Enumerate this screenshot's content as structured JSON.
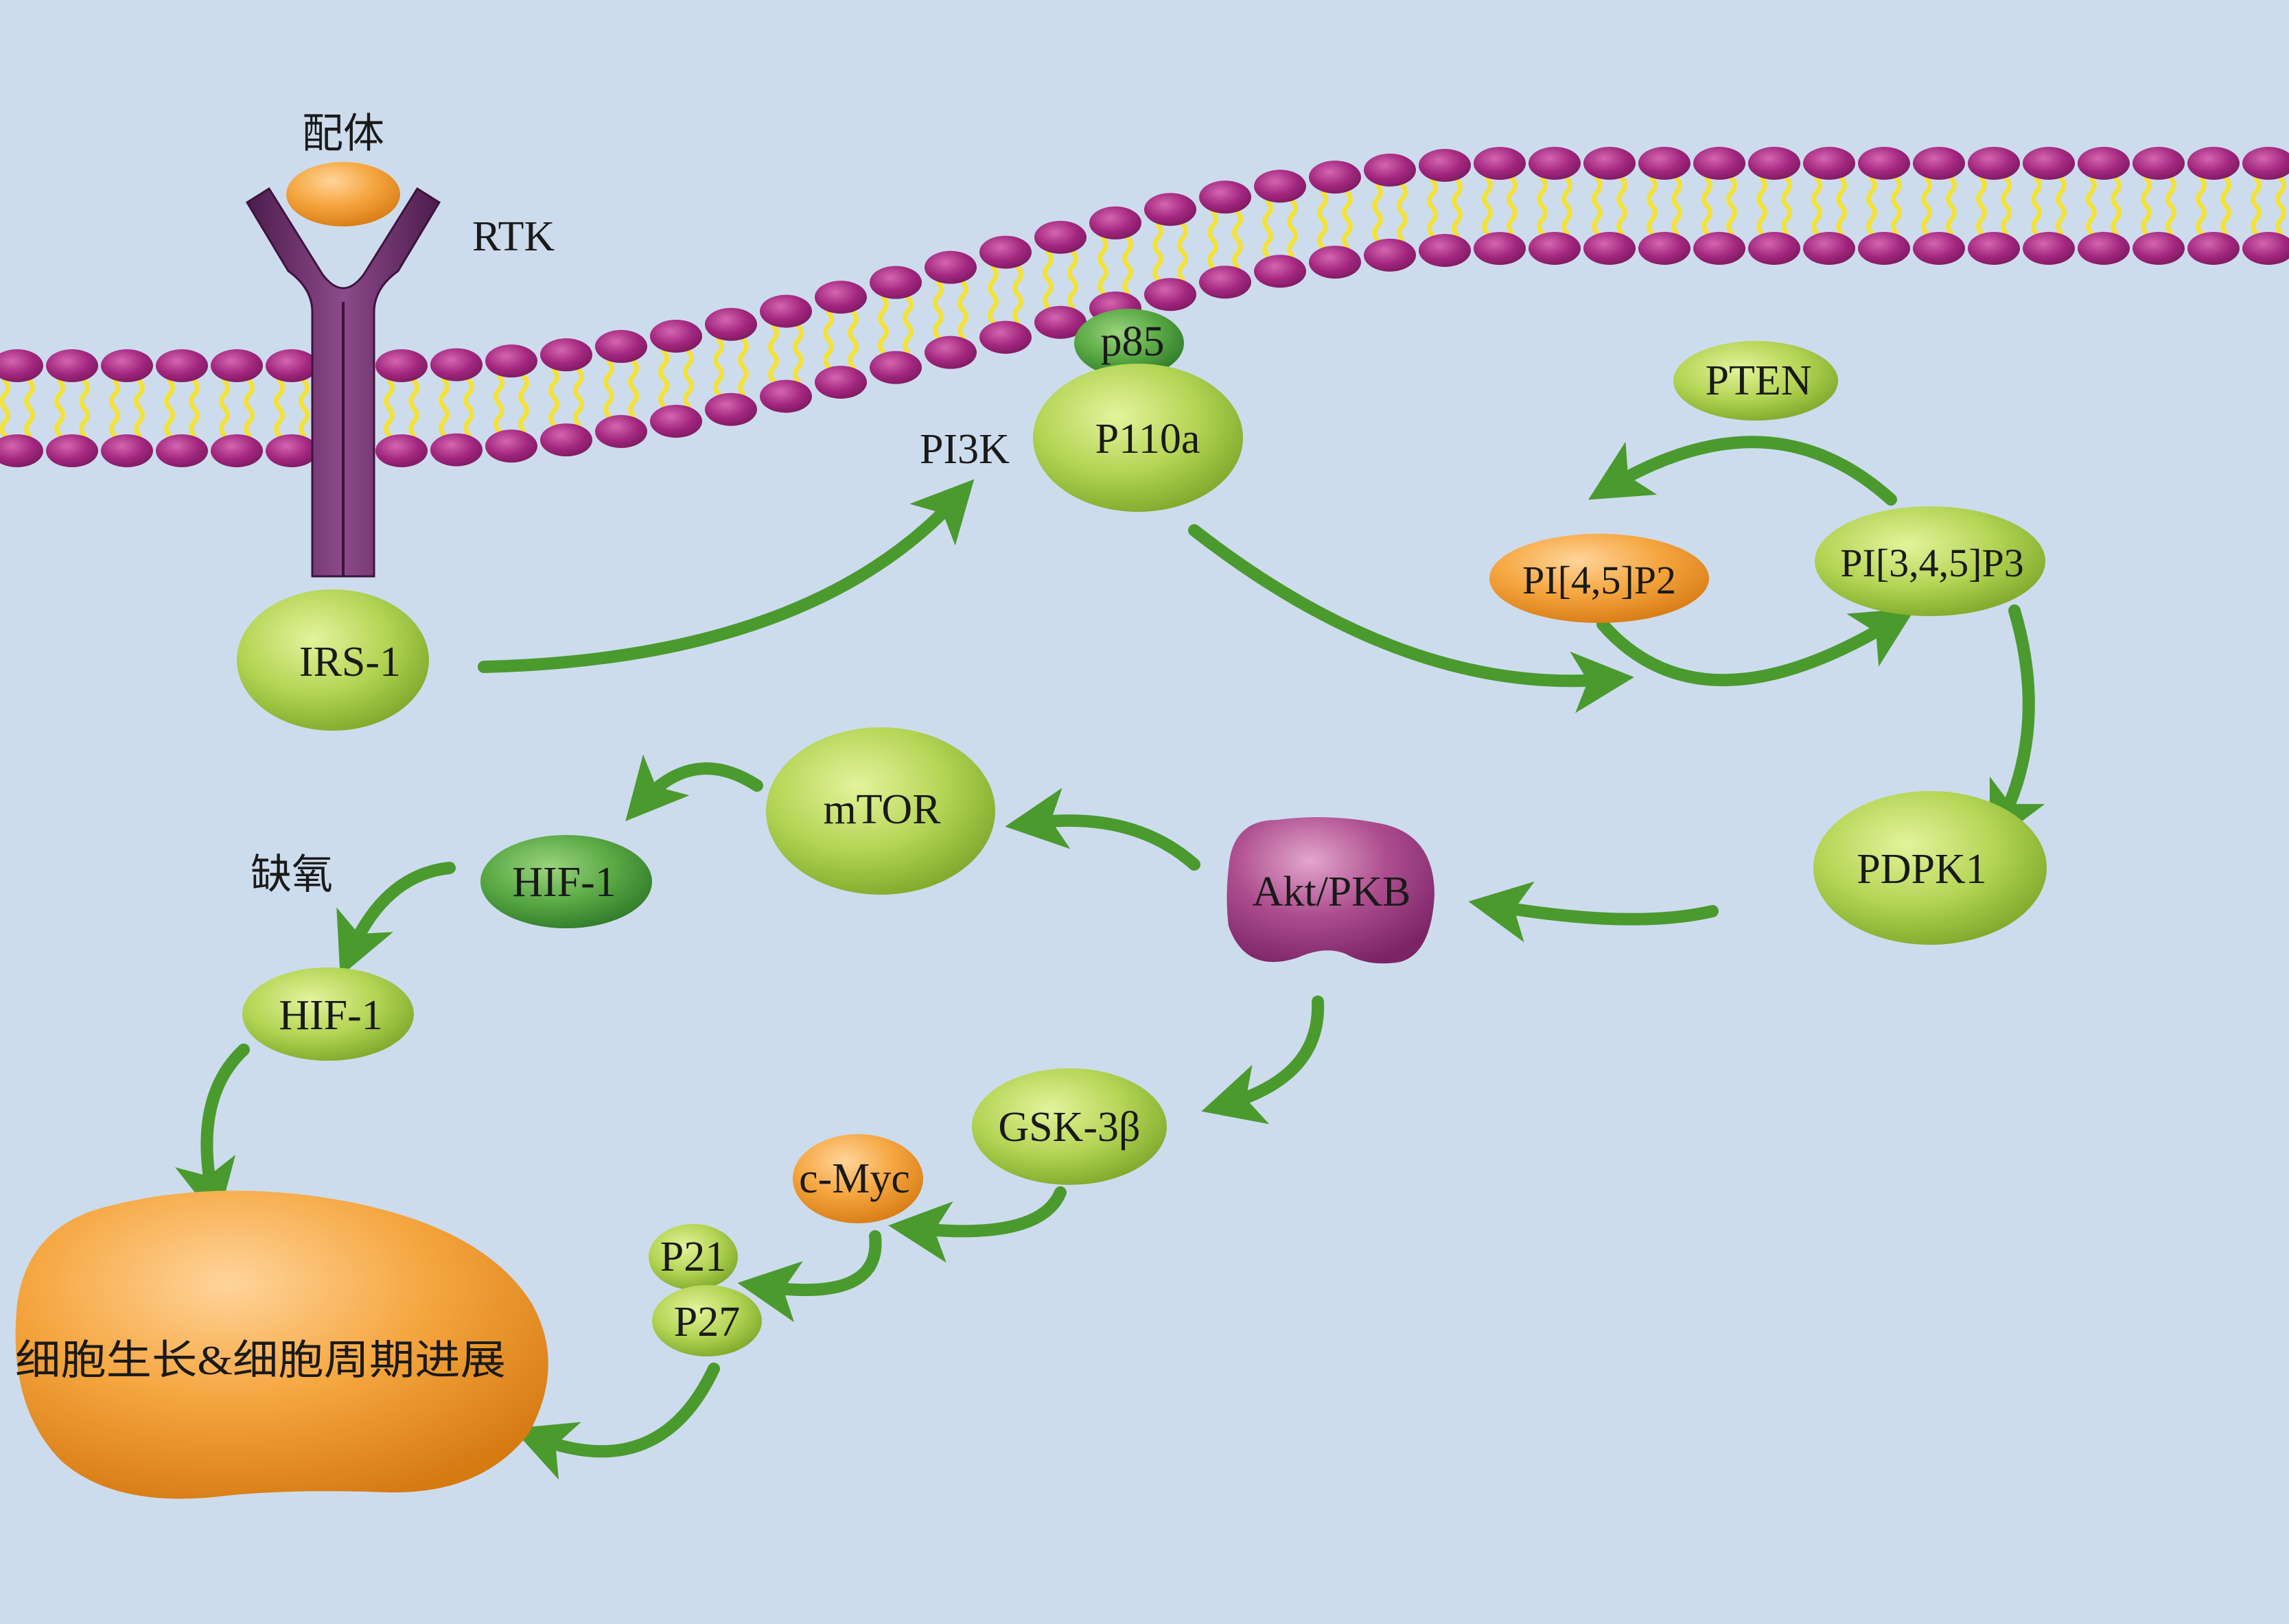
{
  "labels": {
    "ligand": "配体",
    "rtk": "RTK",
    "irs1": "IRS-1",
    "pi3k": "PI3K",
    "p85": "p85",
    "p110a": "P110a",
    "pten": "PTEN",
    "pip2": "PI[4,5]P2",
    "pip3": "PI[3,4,5]P3",
    "pdpk1": "PDPK1",
    "akt": "Akt/PKB",
    "mtor": "mTOR",
    "hif1_upper": "HIF-1",
    "hypoxia": "缺氧",
    "hif1_lower": "HIF-1",
    "gsk3b": "GSK-3β",
    "cmyc": "c-Myc",
    "p21": "P21",
    "p27": "P27",
    "outcome": "细胞生长&细胞周期进展"
  },
  "colors": {
    "background": "#cddced",
    "membrane_head": "#a2267e",
    "membrane_tail": "#f2e23a",
    "receptor": "#6a2a68",
    "arrow": "#4a9a2e",
    "node_green": "#a9cc4c",
    "node_dark_green": "#4e9a3a",
    "node_orange": "#f0a040",
    "node_purple": "#a0407e"
  }
}
